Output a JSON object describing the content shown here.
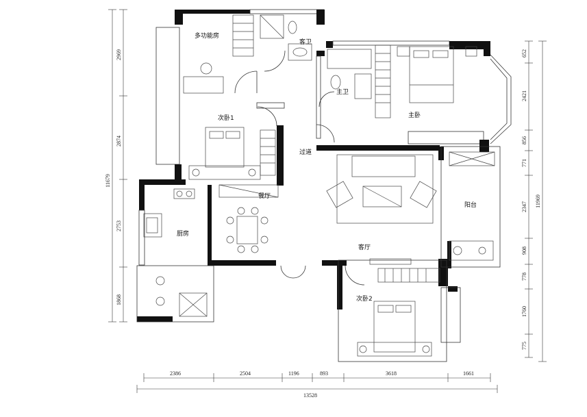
{
  "rooms": {
    "multifunction": "多功能房",
    "guest_bath": "客卫",
    "master_bath": "主卫",
    "master_bed": "主卧",
    "bedroom1": "次卧1",
    "corridor": "过道",
    "dining": "餐厅",
    "kitchen": "厨房",
    "living": "客厅",
    "balcony": "阳台",
    "bedroom2": "次卧2"
  },
  "dimensions": {
    "bottom": [
      "2386",
      "2504",
      "1196",
      "893",
      "3618",
      "1661"
    ],
    "bottom_total": "13528",
    "left": [
      "2969",
      "2874",
      "2753",
      "1868"
    ],
    "left_total": "11679",
    "right": [
      "652",
      "2421",
      "856",
      "771",
      "2347",
      "908",
      "778",
      "1760",
      "775"
    ],
    "right_total": "11969"
  }
}
